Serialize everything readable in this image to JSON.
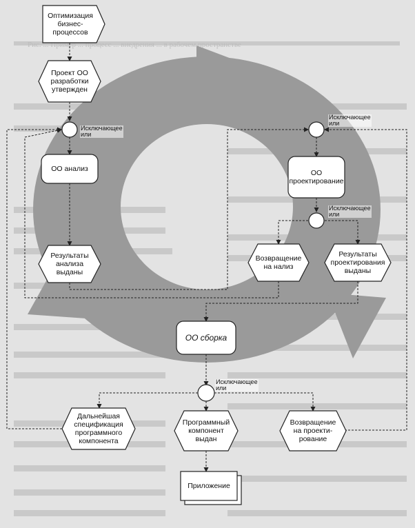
{
  "background_text": {
    "caption_line": "Рис. ... Пример ... процесс ... внедрения ... в рабочем пространстве"
  },
  "nodes": {
    "opt": "Оптимизация\nбизнес-\nпроцессов",
    "proj": "Проект ОО\nразработки\nутвержден",
    "ooa": "ОО анализ",
    "resa": "Результаты\nанализа\nвыданы",
    "oop": "ОО\nпроектирование",
    "ret_an": "Возвращение\nна нализ",
    "resp": "Результаты\nпроектирования\nвыданы",
    "build": "ОО сборка",
    "spec": "Дальнейшая\nспецификация\nпрограммного\nкомпонента",
    "comp": "Программный\nкомпонент\nвыдан",
    "ret_pr": "Возвращение\nна проекти-\nрование",
    "app": "Приложение"
  },
  "connectors": {
    "xor1": "Исключающее\nили",
    "xor2": "Исключающее\nили",
    "xor3": "Исключающее\nили",
    "xor4": "Исключающее\nили"
  },
  "colors": {
    "cycle_arrow": "#9a9a9a",
    "box_fill": "#ffffff",
    "line": "#222222"
  }
}
